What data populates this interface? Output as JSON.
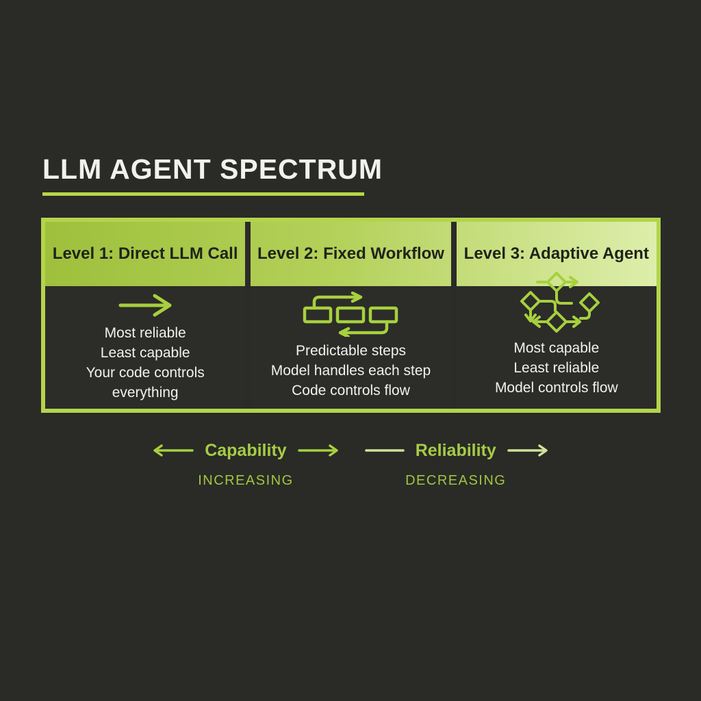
{
  "title": {
    "text": "LLM AGENT SPECTRUM"
  },
  "spectrum": {
    "panels": [
      {
        "header": "Level 1: Direct LLM Call",
        "icon": "arrow-right-icon",
        "lines": [
          "Most reliable",
          "Least capable",
          "Your code controls everything"
        ]
      },
      {
        "header": "Level 2: Fixed Workflow",
        "icon": "workflow-chain-icon",
        "lines": [
          "Predictable steps",
          "Model handles each step",
          "Code controls flow"
        ]
      },
      {
        "header": "Level 3: Adaptive Agent",
        "icon": "adaptive-flowchart-icon",
        "lines": [
          "Most capable",
          "Least reliable",
          "Model controls flow"
        ]
      }
    ]
  },
  "legend": {
    "capability": {
      "label": "Capability",
      "sublabel": "INCREASING"
    },
    "reliability": {
      "label": "Reliability",
      "sublabel": "DECREASING"
    }
  },
  "colors": {
    "background": "#2a2a27",
    "lime_border": "#b4d44c",
    "lime_icon": "#a7d03e",
    "pale_lime": "#cfe39a",
    "header_gradient_start": "#9ec03c",
    "header_gradient_end": "#ddeeab",
    "header_text": "#20231a",
    "body_text": "#f1f1ee",
    "title_text": "#f1f1ef",
    "legend_text": "#a6cc45"
  }
}
